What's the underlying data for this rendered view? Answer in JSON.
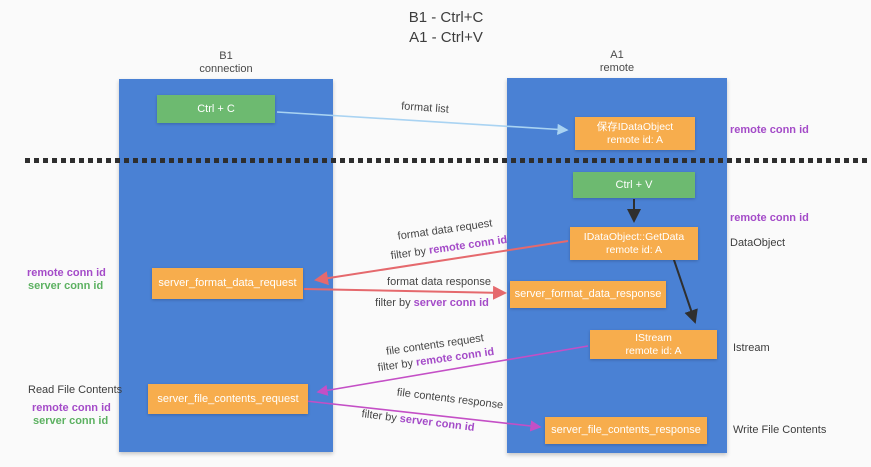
{
  "title": {
    "line1": "B1 - Ctrl+C",
    "line2": "A1 - Ctrl+V"
  },
  "lanes": {
    "left": {
      "name": "B1",
      "subtitle": "connection"
    },
    "right": {
      "name": "A1",
      "subtitle": "remote"
    }
  },
  "nodes": {
    "ctrl_c": {
      "label": "Ctrl + C"
    },
    "ctrl_v": {
      "label": "Ctrl + V"
    },
    "save_idataobject": {
      "line1": "保存IDataObject",
      "line2": "remote id: A"
    },
    "idataobject_getdata": {
      "line1": "IDataObject::GetData",
      "line2": "remote id: A"
    },
    "istream": {
      "line1": "IStream",
      "line2": "remote id: A"
    },
    "server_format_data_request": {
      "label": "server_format_data_request"
    },
    "server_format_data_response": {
      "label": "server_format_data_response"
    },
    "server_file_contents_request": {
      "label": "server_file_contents_request"
    },
    "server_file_contents_response": {
      "label": "server_file_contents_response"
    }
  },
  "flow_labels": {
    "format_list": "format list",
    "format_data_request": "format data request",
    "format_data_response": "format data response",
    "file_contents_request": "file contents request",
    "file_contents_response": "file contents response",
    "filter_by": "filter by",
    "remote_conn_id": "remote conn id",
    "server_conn_id": "server conn id"
  },
  "annotations": {
    "remote_conn_id_top_right": "remote conn id",
    "remote_conn_id_mid_right": "remote conn id",
    "dataobject": "DataObject",
    "istream": "Istream",
    "write_file_contents": "Write File Contents",
    "read_file_contents": "Read File Contents",
    "remote_conn_id_left": "remote conn id",
    "server_conn_id_left": "server conn id",
    "remote_conn_id_bottom_left": "remote conn id",
    "server_conn_id_bottom_left": "server conn id"
  },
  "colors": {
    "lane_blue": "#4a81d4",
    "node_green": "#6dba70",
    "node_orange": "#f7ad4d",
    "arrow_blue": "#a9d3f2",
    "arrow_red": "#e5696d",
    "arrow_magenta": "#c44fc6",
    "arrow_black": "#2f2f2f",
    "text_purple": "#a44bc8",
    "text_green": "#5cb161"
  }
}
